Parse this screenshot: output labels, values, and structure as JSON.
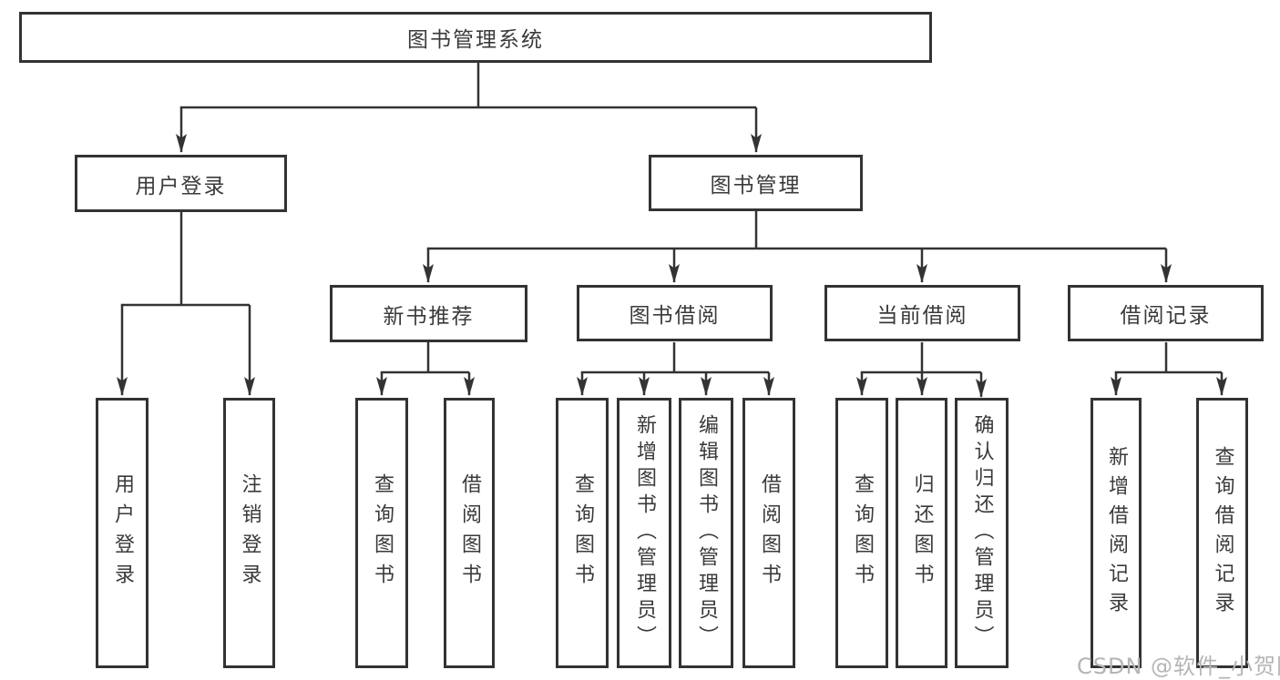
{
  "diagram": {
    "root": {
      "label": "图书管理系统"
    },
    "level2": {
      "user_login": {
        "label": "用户登录"
      },
      "book_mgmt": {
        "label": "图书管理"
      }
    },
    "level3": {
      "new_books": {
        "label": "新书推荐"
      },
      "book_borrow": {
        "label": "图书借阅"
      },
      "current_borrow": {
        "label": "当前借阅"
      },
      "borrow_records": {
        "label": "借阅记录"
      }
    },
    "leaves": {
      "user_login": {
        "label": "用户登录"
      },
      "logout": {
        "label": "注销登录"
      },
      "nb_query": {
        "label": "查询图书"
      },
      "nb_borrow": {
        "label": "借阅图书"
      },
      "bb_query": {
        "label": "查询图书"
      },
      "bb_add": {
        "label": "新增图书（管理员）"
      },
      "bb_edit": {
        "label": "编辑图书（管理员）"
      },
      "bb_borrow": {
        "label": "借阅图书"
      },
      "cb_query": {
        "label": "查询图书"
      },
      "cb_return": {
        "label": "归还图书"
      },
      "cb_confirm": {
        "label": "确认归还（管理员）"
      },
      "br_add": {
        "label": "新增借阅记录"
      },
      "br_query": {
        "label": "查询借阅记录"
      }
    },
    "colors": {
      "line": "#333333",
      "node_text": "#3a3a3a",
      "node_fill": "#ffffff",
      "watermark": "#b5b5b5"
    },
    "watermark": "CSDN @软件_小贺同学"
  }
}
